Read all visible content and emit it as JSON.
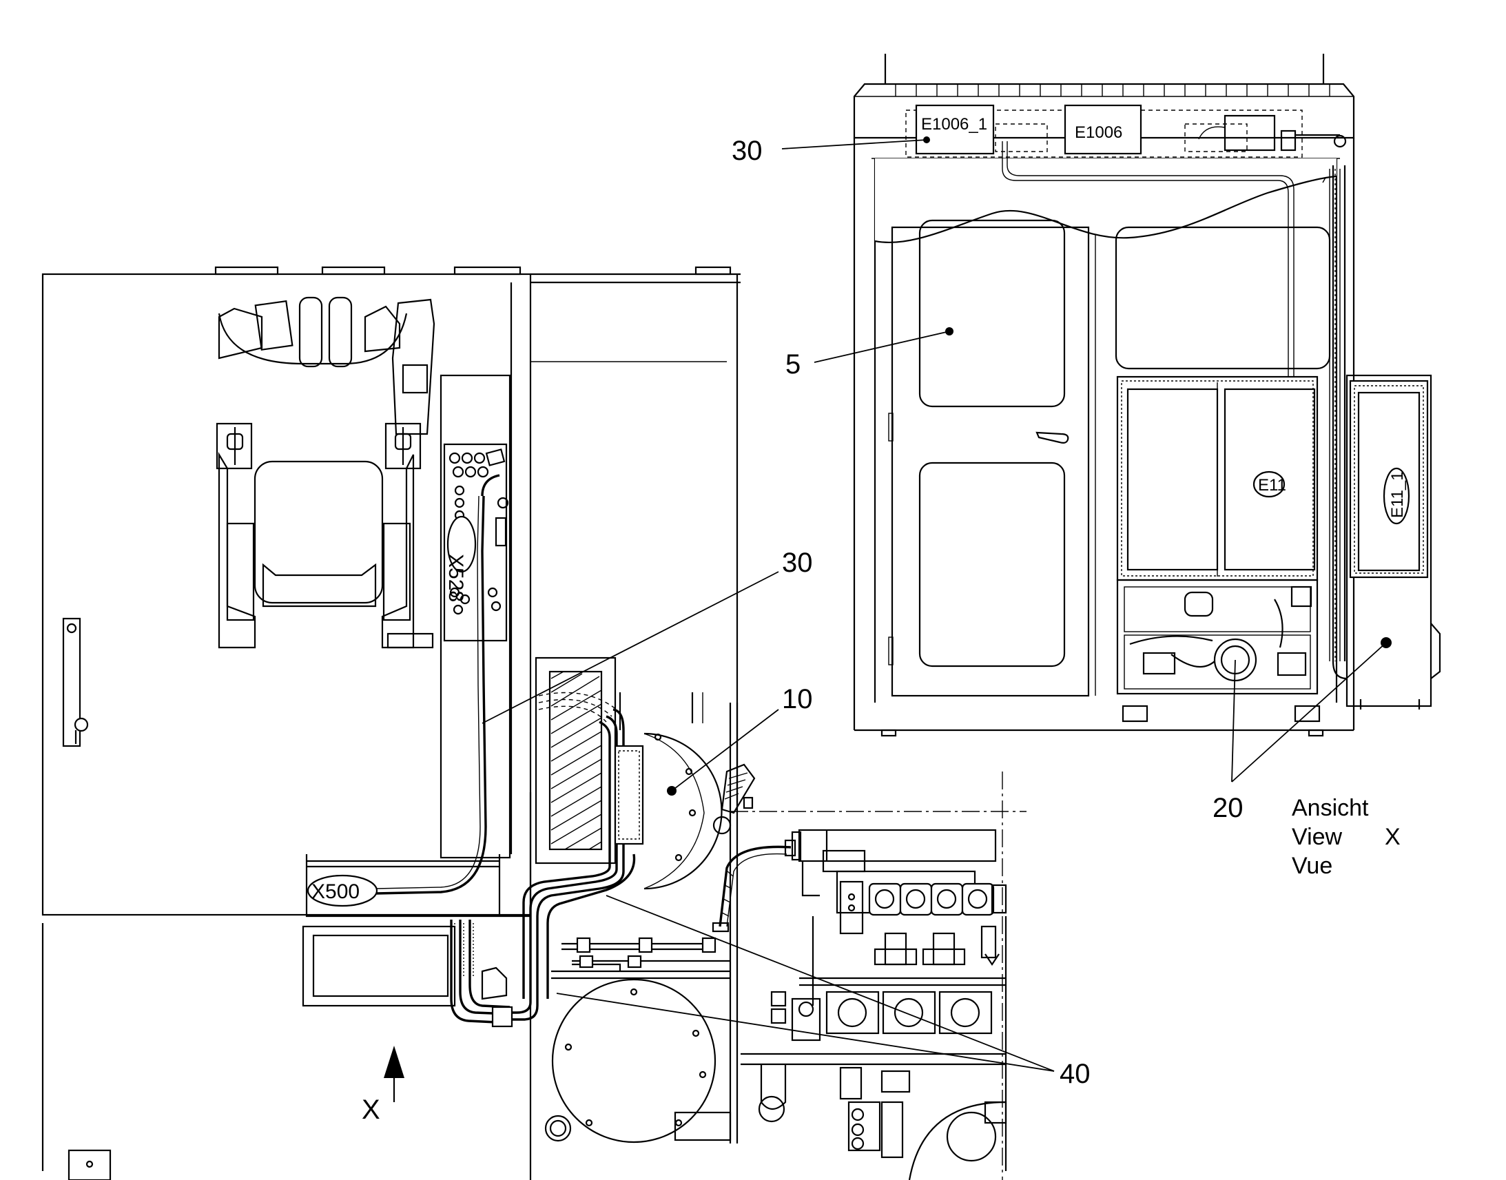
{
  "drawing": {
    "callouts": {
      "c30_top": "30",
      "c5": "5",
      "c30_mid": "30",
      "c10": "10",
      "c20": "20",
      "c40": "40"
    },
    "view_label": {
      "line1": "Ansicht",
      "line2_word": "View",
      "line2_letter": "X",
      "line3": "Vue"
    },
    "view_arrow_letter": "X",
    "components": {
      "e1006_1": "E1006_1",
      "e1006": "E1006",
      "e11": "E11",
      "e11_1": "E11_1",
      "x500": "X500",
      "x528": "X528"
    }
  }
}
